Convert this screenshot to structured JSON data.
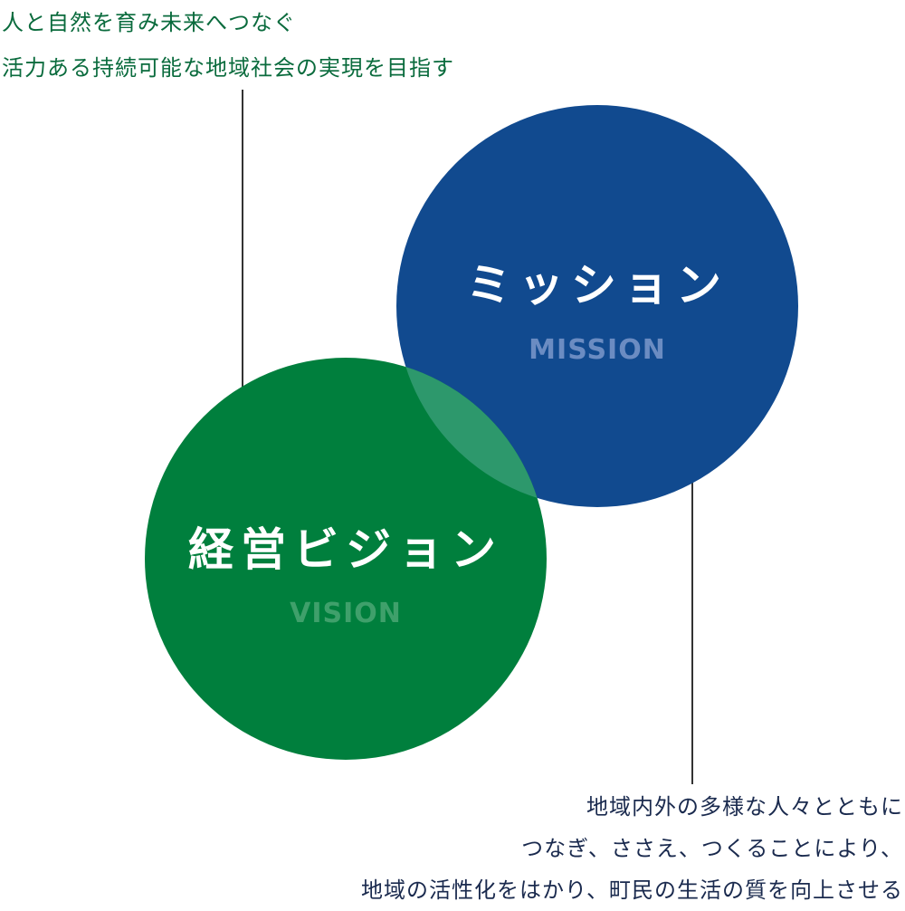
{
  "colors": {
    "mission_circle": "#114a8f",
    "vision_circle": "#007f3d",
    "overlap": "#2d986c",
    "mission_sub": "#6b8cc2",
    "vision_sub": "#3fa06b",
    "vision_text": "#0a6b3d",
    "mission_text": "#1a2a4e",
    "connector": "#333333"
  },
  "vision": {
    "title": "経営ビジョン",
    "subtitle": "VISION",
    "statement": [
      "人と自然を育み未来へつなぐ",
      "活力ある持続可能な地域社会の実現を目指す"
    ]
  },
  "mission": {
    "title": "ミッション",
    "subtitle": "MISSION",
    "statement": [
      "地域内外の多様な人々とともに",
      "つなぎ、ささえ、つくることにより、",
      "地域の活性化をはかり、町民の生活の質を向上させる"
    ]
  }
}
